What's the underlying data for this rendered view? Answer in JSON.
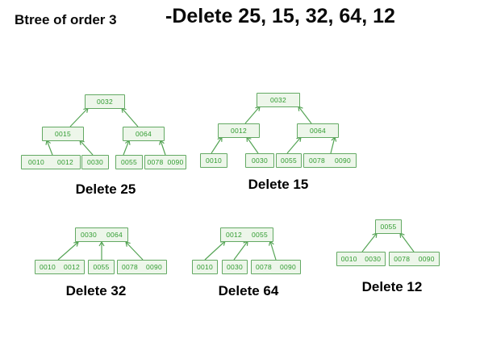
{
  "header": {
    "subtitle": "Btree of order 3",
    "title": "-Delete 25, 15, 32, 64, 12"
  },
  "colors": {
    "node_border": "#63a963",
    "node_fill": "#edf6ea",
    "node_text": "#2f9b2f",
    "edge_line": "#55a455",
    "text_black": "#0a0a0a"
  },
  "trees": [
    {
      "caption": "Delete 25",
      "levels": [
        [
          [
            "0032"
          ]
        ],
        [
          [
            "0015"
          ],
          [
            "0064"
          ]
        ],
        [
          [
            "0010",
            "0012"
          ],
          [
            "0030"
          ],
          [
            "0055"
          ],
          [
            "0078",
            "0090"
          ]
        ]
      ]
    },
    {
      "caption": "Delete 15",
      "levels": [
        [
          [
            "0032"
          ]
        ],
        [
          [
            "0012"
          ],
          [
            "0064"
          ]
        ],
        [
          [
            "0010"
          ],
          [
            "0030"
          ],
          [
            "0055"
          ],
          [
            "0078",
            "0090"
          ]
        ]
      ]
    },
    {
      "caption": "Delete 32",
      "levels": [
        [
          [
            "0030",
            "0064"
          ]
        ],
        [
          [
            "0010",
            "0012"
          ],
          [
            "0055"
          ],
          [
            "0078",
            "0090"
          ]
        ]
      ]
    },
    {
      "caption": "Delete 64",
      "levels": [
        [
          [
            "0012",
            "0055"
          ]
        ],
        [
          [
            "0010"
          ],
          [
            "0030"
          ],
          [
            "0078",
            "0090"
          ]
        ]
      ]
    },
    {
      "caption": "Delete 12",
      "levels": [
        [
          [
            "0055"
          ]
        ],
        [
          [
            "0010",
            "0030"
          ],
          [
            "0078",
            "0090"
          ]
        ]
      ]
    }
  ]
}
